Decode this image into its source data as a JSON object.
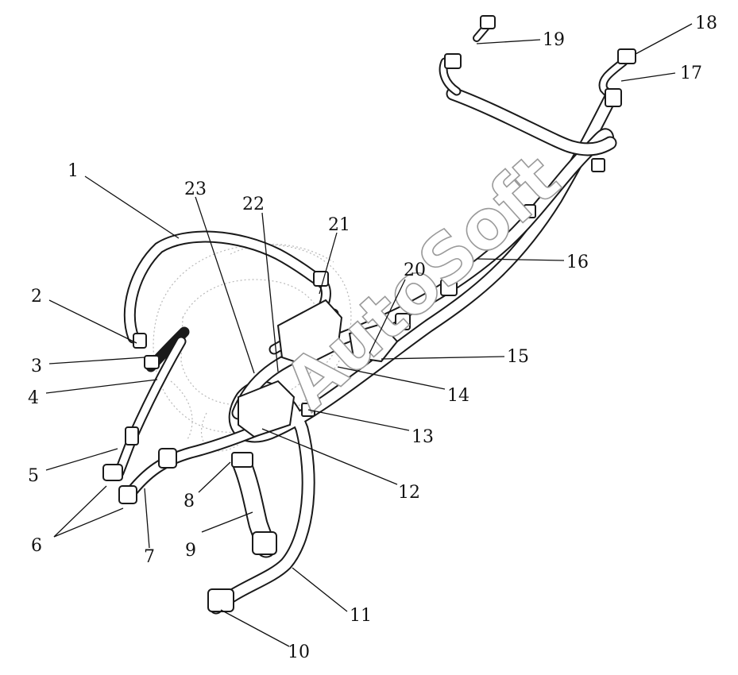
{
  "watermark": "AutoSoft",
  "callouts": [
    "1",
    "2",
    "3",
    "4",
    "5",
    "6",
    "7",
    "8",
    "9",
    "10",
    "11",
    "12",
    "13",
    "14",
    "15",
    "16",
    "17",
    "18",
    "19",
    "20",
    "21",
    "22",
    "23"
  ]
}
